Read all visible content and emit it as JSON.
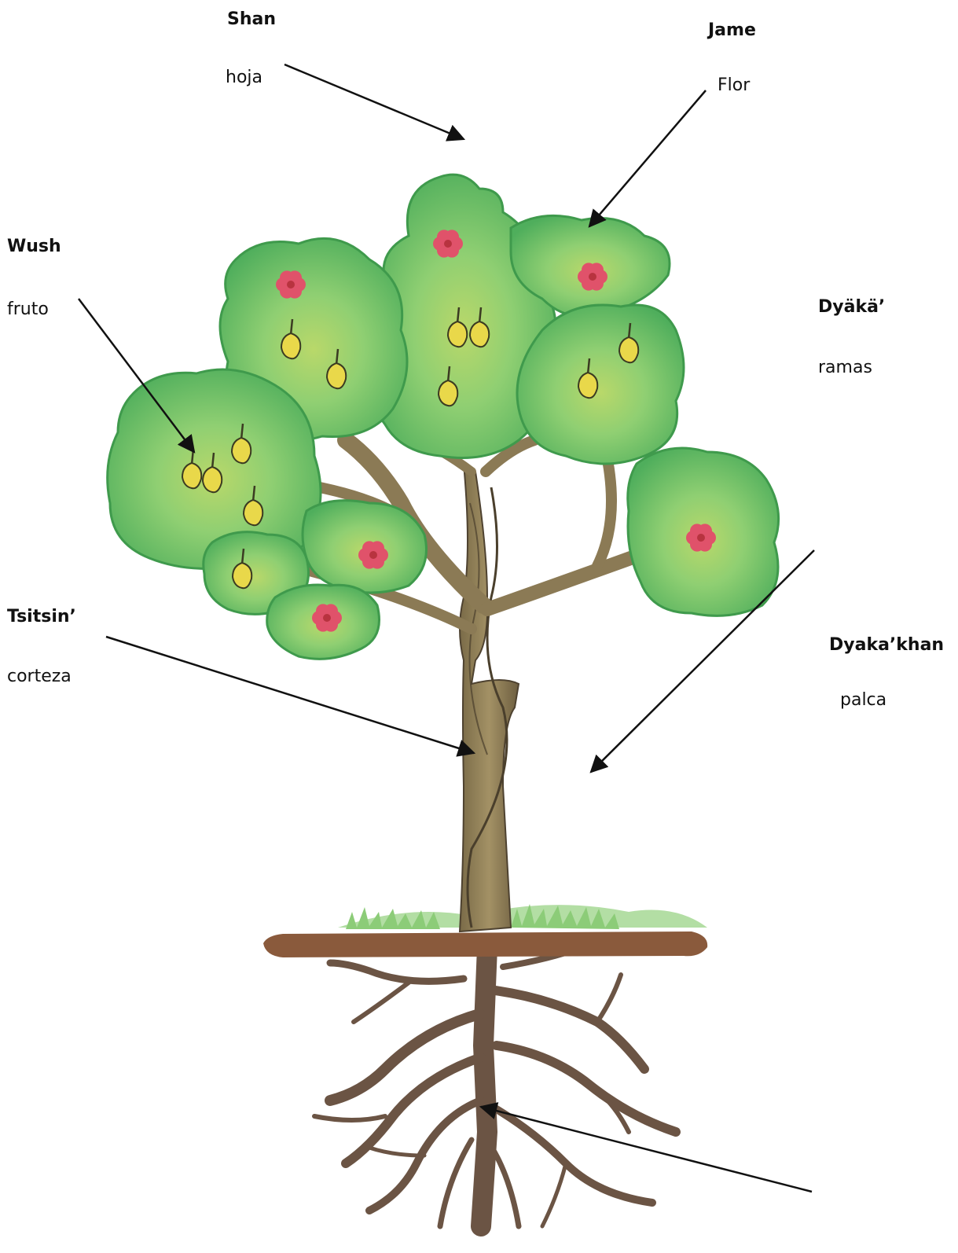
{
  "colors": {
    "leaf": "#5fbf6a",
    "leaf_dark": "#3f9a4c",
    "leaf_light": "#b9d86a",
    "trunk": "#8b7a55",
    "trunk_dark": "#5a4a32",
    "root": "#6b5444",
    "soil": "#8a5a3c",
    "grass": "#9fd38a",
    "flower": "#e0526a",
    "fruit": "#e9d84a",
    "ink": "#111111"
  },
  "labels": {
    "leaf": {
      "term": "Shan",
      "gloss": "hoja"
    },
    "flower": {
      "term": "Jame",
      "gloss": "Flor"
    },
    "fruit": {
      "term": "Wush",
      "gloss": "fruto"
    },
    "branches": {
      "term": "Dyäkä’",
      "gloss": "ramas"
    },
    "bark": {
      "term": "Tsitsin’",
      "gloss": "corteza"
    },
    "stake": {
      "term": "Dyaka’khan",
      "gloss": "palca"
    }
  }
}
